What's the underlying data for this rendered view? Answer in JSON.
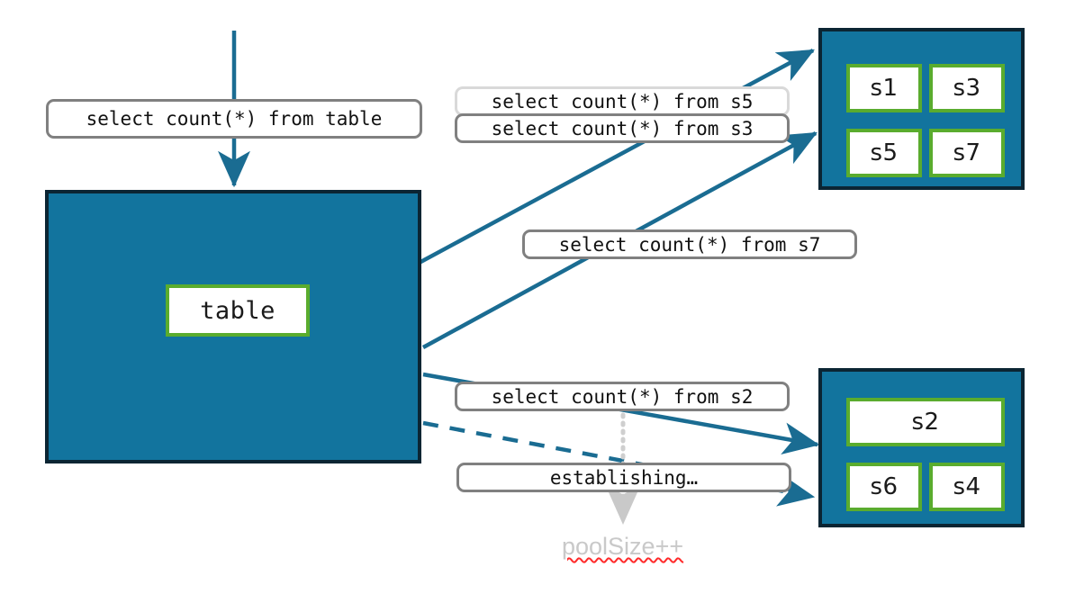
{
  "diagram": {
    "title": "Sharded table connection pool query fan-out",
    "colors": {
      "node_fill": "#12749e",
      "node_border": "#0b2533",
      "shard_border": "#5aac2e",
      "shard_fill": "#ffffff",
      "edge": "#1a6c92",
      "pill_border": "#808080",
      "pill_border_light": "#d9d9d9",
      "ghost_text": "#c9c9c9",
      "spell_underline": "#ff2a2a",
      "background": "#ffffff"
    }
  },
  "table_node": {
    "label": "table"
  },
  "entry_label": {
    "text": "select count(*) from table"
  },
  "shard_group_top": {
    "shards": [
      {
        "label": "s1"
      },
      {
        "label": "s3"
      },
      {
        "label": "s5"
      },
      {
        "label": "s7"
      }
    ]
  },
  "shard_group_bottom": {
    "shards": [
      {
        "label": "s2"
      },
      {
        "label": "s6"
      },
      {
        "label": "s4"
      }
    ]
  },
  "query_labels": [
    {
      "text": "select count(*) from s5",
      "style": "light"
    },
    {
      "text": "select count(*) from s3",
      "style": "dark"
    },
    {
      "text": "select count(*) from s7",
      "style": "dark"
    },
    {
      "text": "select count(*) from s2",
      "style": "dark"
    },
    {
      "text": "establishing…",
      "style": "dark"
    }
  ],
  "annotation": {
    "text": "poolSize++"
  }
}
